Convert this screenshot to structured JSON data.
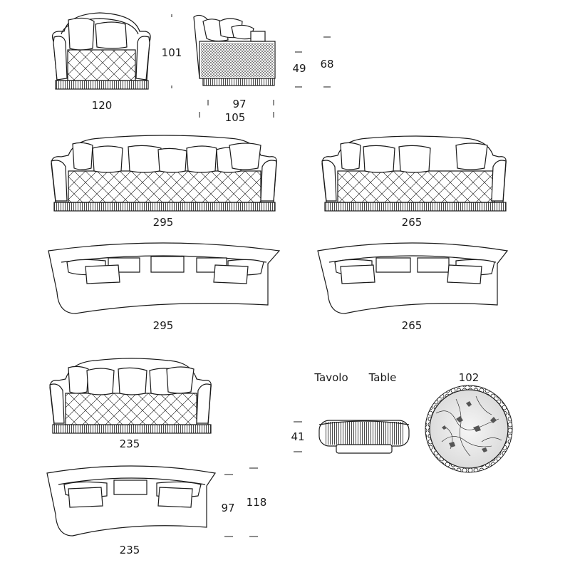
{
  "drawings": {
    "armchair": {
      "width_label": "120",
      "height_label": "101"
    },
    "armchair_side": {
      "depth_label": "97",
      "overall_depth_label": "105",
      "seat_height_label": "49",
      "back_height_label": "68"
    },
    "sofa_large_front": {
      "width_label": "295"
    },
    "sofa_medium_front": {
      "width_label": "265"
    },
    "sofa_large_top": {
      "width_label": "295"
    },
    "sofa_medium_top": {
      "width_label": "265"
    },
    "sofa_small_front": {
      "width_label": "235"
    },
    "sofa_small_top": {
      "width_label": "235",
      "depth_label": "97",
      "overall_depth_label": "118"
    },
    "table": {
      "title_it": "Tavolo",
      "title_en": "Table",
      "diameter_label": "102",
      "height_label": "41"
    }
  }
}
